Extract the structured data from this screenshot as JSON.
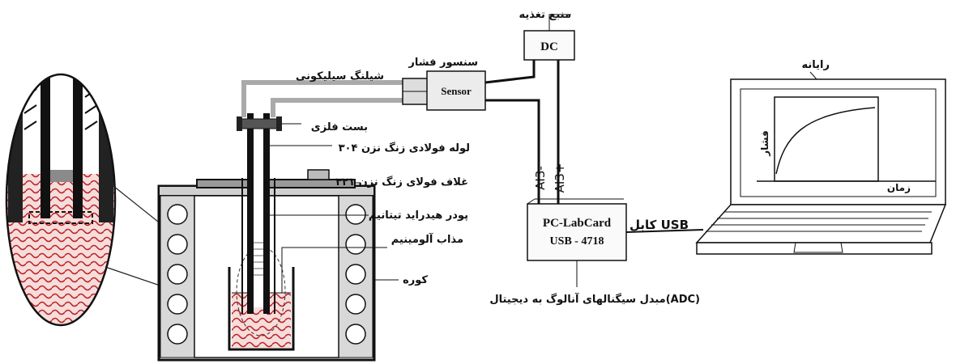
{
  "labels": {
    "power_supply": "منبع تغذیه",
    "dc": "DC",
    "pressure_sensor": "سنسور فشار",
    "sensor": "Sensor",
    "silicone_hose": "شیلنگ سیلیکونی",
    "metal_clamp": "بست فلزی",
    "steel_tube": "لوله فولادی زنگ نزن ۳۰۴",
    "steel_sheath": "غلاف فولای زنگ نزن ۳۲۱",
    "titanium_hydride": "پودر هیدراید تیتانیم",
    "aluminum_melt": "مذاب آلومینیم",
    "furnace": "کوره",
    "adc_card_line1": "PC-LabCard",
    "adc_card_line2": "USB - 4718",
    "adc_caption": "مبدل سیگنالهای آنالوگ به دیجیتال(ADC)",
    "ai_minus": "AI3-",
    "ai_plus": "AI3+",
    "usb_cable": "کابل USB",
    "computer": "رایانه",
    "pressure_axis": "فشار",
    "time_axis": "زمان"
  }
}
